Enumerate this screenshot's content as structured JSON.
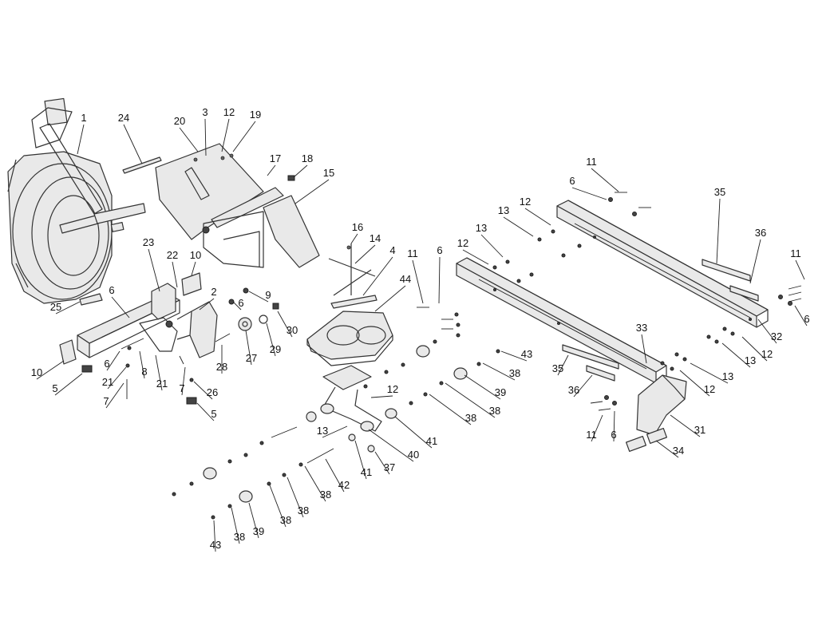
{
  "diagram": {
    "callouts": [
      {
        "label": "1"
      },
      {
        "label": "24"
      },
      {
        "label": "20"
      },
      {
        "label": "3"
      },
      {
        "label": "12"
      },
      {
        "label": "19"
      },
      {
        "label": "17"
      },
      {
        "label": "18"
      },
      {
        "label": "15"
      },
      {
        "label": "16"
      },
      {
        "label": "14"
      },
      {
        "label": "4"
      },
      {
        "label": "44"
      },
      {
        "label": "11"
      },
      {
        "label": "6"
      },
      {
        "label": "12"
      },
      {
        "label": "13"
      },
      {
        "label": "13"
      },
      {
        "label": "12"
      },
      {
        "label": "6"
      },
      {
        "label": "11"
      },
      {
        "label": "35"
      },
      {
        "label": "36"
      },
      {
        "label": "11"
      },
      {
        "label": "6"
      },
      {
        "label": "32"
      },
      {
        "label": "12"
      },
      {
        "label": "13"
      },
      {
        "label": "33"
      },
      {
        "label": "13"
      },
      {
        "label": "12"
      },
      {
        "label": "35"
      },
      {
        "label": "36"
      },
      {
        "label": "31"
      },
      {
        "label": "11"
      },
      {
        "label": "6"
      },
      {
        "label": "34"
      },
      {
        "label": "23"
      },
      {
        "label": "22"
      },
      {
        "label": "10"
      },
      {
        "label": "25"
      },
      {
        "label": "6"
      },
      {
        "label": "2"
      },
      {
        "label": "9"
      },
      {
        "label": "6"
      },
      {
        "label": "30"
      },
      {
        "label": "29"
      },
      {
        "label": "27"
      },
      {
        "label": "28"
      },
      {
        "label": "6"
      },
      {
        "label": "10"
      },
      {
        "label": "8"
      },
      {
        "label": "21"
      },
      {
        "label": "21"
      },
      {
        "label": "7"
      },
      {
        "label": "26"
      },
      {
        "label": "5"
      },
      {
        "label": "7"
      },
      {
        "label": "5"
      },
      {
        "label": "43"
      },
      {
        "label": "38"
      },
      {
        "label": "39"
      },
      {
        "label": "38"
      },
      {
        "label": "38"
      },
      {
        "label": "12"
      },
      {
        "label": "41"
      },
      {
        "label": "40"
      },
      {
        "label": "13"
      },
      {
        "label": "41"
      },
      {
        "label": "37"
      },
      {
        "label": "42"
      },
      {
        "label": "38"
      },
      {
        "label": "38"
      },
      {
        "label": "38"
      },
      {
        "label": "38"
      },
      {
        "label": "39"
      },
      {
        "label": "43"
      }
    ]
  }
}
